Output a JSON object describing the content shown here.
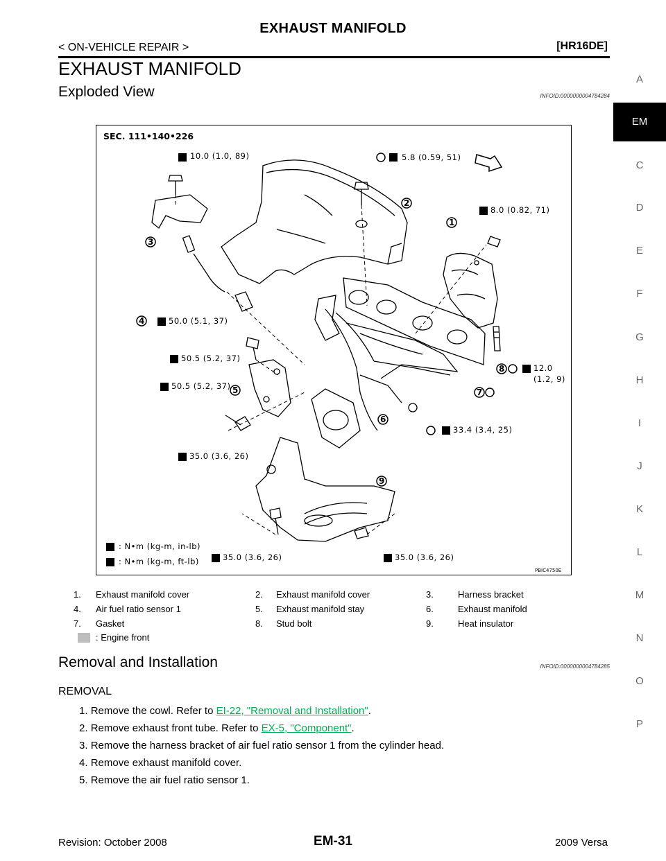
{
  "header": {
    "title": "EXHAUST MANIFOLD",
    "section": "< ON-VEHICLE REPAIR >",
    "model": "[HR16DE]"
  },
  "page_title": "EXHAUST MANIFOLD",
  "exploded_view": {
    "heading": "Exploded View",
    "infoid": "INFOID:0000000004784284",
    "figure": {
      "sec": "SEC. 111•140•226",
      "code": "PBIC4750E",
      "torque_labels": {
        "t1": "10.0 (1.0, 89)",
        "t2": "5.8 (0.59, 51)",
        "t3": "8.0 (0.82, 71)",
        "t4": "50.0 (5.1, 37)",
        "t5": "50.5 (5.2, 37)",
        "t6": "50.5 (5.2, 37)",
        "t7a": "12.0",
        "t7b": "(1.2, 9)",
        "t8": "33.4 (3.4, 25)",
        "t9": "35.0 (3.6, 26)",
        "t10": "35.0 (3.6, 26)",
        "t11": "35.0 (3.6, 26)"
      },
      "units": {
        "in_lb": ": N•m (kg-m, in-lb)",
        "ft_lb": ": N•m (kg-m, ft-lb)"
      },
      "callouts": [
        "1",
        "2",
        "3",
        "4",
        "5",
        "6",
        "7",
        "8",
        "9"
      ]
    },
    "legend": [
      [
        "1.",
        "Exhaust manifold cover",
        "2.",
        "Exhaust manifold cover",
        "3.",
        "Harness bracket"
      ],
      [
        "4.",
        "Air fuel ratio sensor 1",
        "5.",
        "Exhaust manifold stay",
        "6.",
        "Exhaust manifold"
      ],
      [
        "7.",
        "Gasket",
        "8.",
        "Stud bolt",
        "9.",
        "Heat insulator"
      ]
    ],
    "engine_front": ": Engine front"
  },
  "removal_installation": {
    "heading": "Removal and Installation",
    "infoid": "INFOID:0000000004784285",
    "removal_heading": "REMOVAL",
    "steps": [
      {
        "num": "1.",
        "pre": "Remove the cowl. Refer to ",
        "link": "EI-22, \"Removal and Installation\"",
        "post": "."
      },
      {
        "num": "2.",
        "pre": "Remove exhaust front tube. Refer to ",
        "link": "EX-5, \"Component\"",
        "post": "."
      },
      {
        "num": "3.",
        "pre": "Remove the harness bracket of air fuel ratio sensor 1 from the cylinder head.",
        "link": "",
        "post": ""
      },
      {
        "num": "4.",
        "pre": "Remove exhaust manifold cover.",
        "link": "",
        "post": ""
      },
      {
        "num": "5.",
        "pre": "Remove the air fuel ratio sensor 1.",
        "link": "",
        "post": ""
      }
    ]
  },
  "side_tabs": [
    "A",
    "EM",
    "C",
    "D",
    "E",
    "F",
    "G",
    "H",
    "I",
    "J",
    "K",
    "L",
    "M",
    "N",
    "O",
    "P"
  ],
  "active_tab": "EM",
  "footer": {
    "revision": "Revision: October 2008",
    "page": "EM-31",
    "model": "2009 Versa"
  }
}
